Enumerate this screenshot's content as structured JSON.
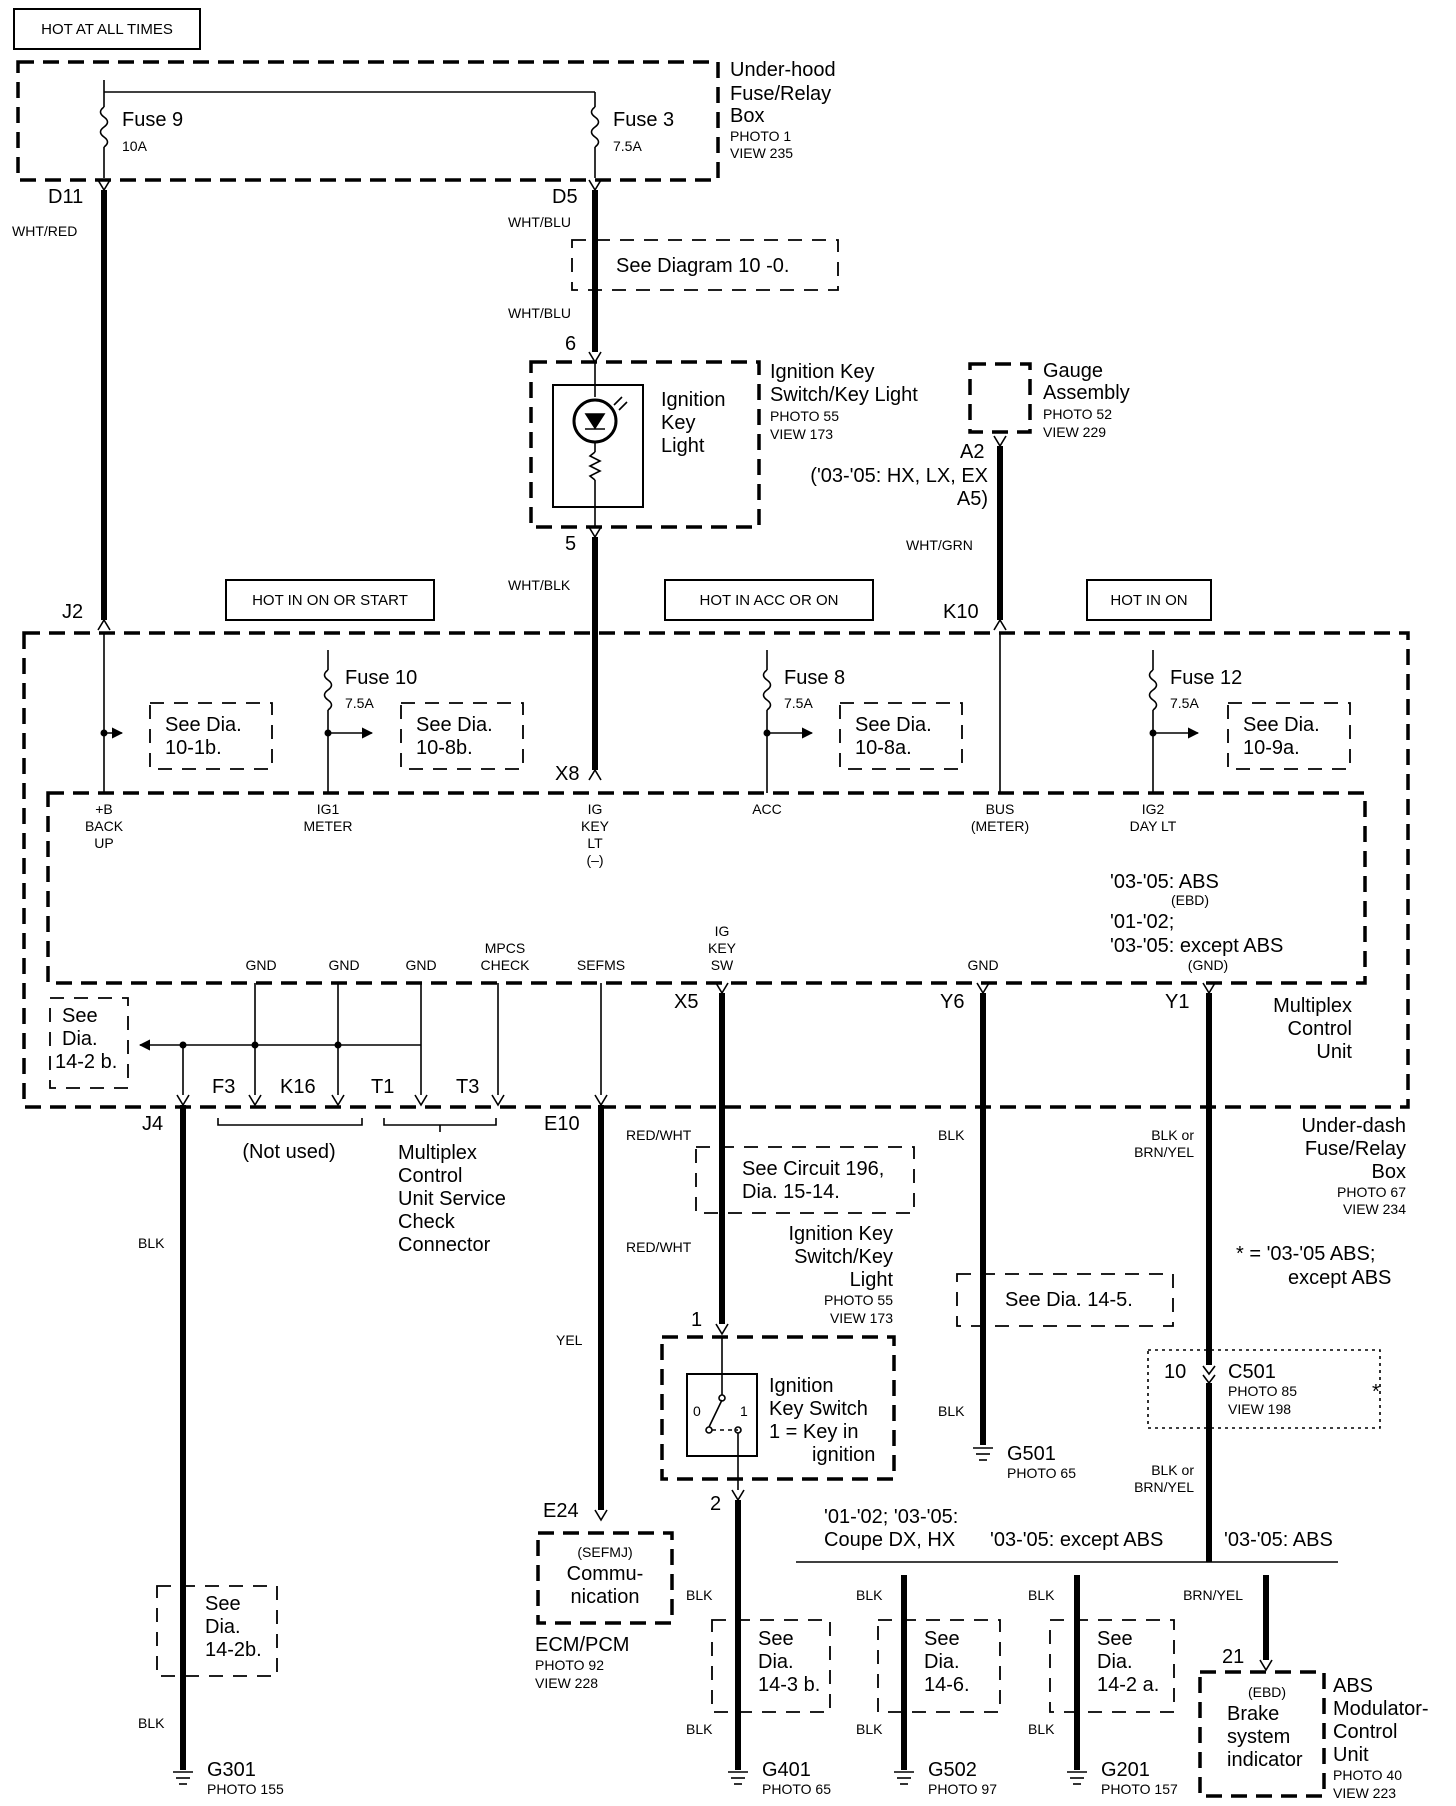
{
  "hot_labels": {
    "at_all_times": "HOT AT ALL TIMES",
    "on_or_start": "HOT IN ON OR START",
    "acc_or_on": "HOT IN ACC OR ON",
    "on": "HOT IN ON"
  },
  "underhood_box": {
    "title_1": "Under-hood",
    "title_2": "Fuse/Relay",
    "title_3": "Box",
    "photo": "PHOTO 1",
    "view": "VIEW 235",
    "fuse9_name": "Fuse 9",
    "fuse9_amp": "10A",
    "fuse3_name": "Fuse 3",
    "fuse3_amp": "7.5A",
    "pin_d11": "D11",
    "pin_d5": "D5"
  },
  "wires": {
    "wht_red": "WHT/RED",
    "wht_blu_1": "WHT/BLU",
    "wht_blu_2": "WHT/BLU",
    "wht_blk": "WHT/BLK",
    "wht_grn": "WHT/GRN",
    "red_wht_1": "RED/WHT",
    "red_wht_2": "RED/WHT",
    "blk_j4_1": "BLK",
    "blk_j4_2": "BLK",
    "blk_y6_1": "BLK",
    "blk_y6_2": "BLK",
    "yel": "YEL",
    "blk_brn_yel_1a": "BLK or",
    "blk_brn_yel_1b": "BRN/YEL",
    "blk_brn_yel_2a": "BLK or",
    "blk_brn_yel_2b": "BRN/YEL",
    "blk_g401_1": "BLK",
    "blk_g401_2": "BLK",
    "blk_g502_1": "BLK",
    "blk_g502_2": "BLK",
    "blk_g201_1": "BLK",
    "blk_g201_2": "BLK",
    "brn_yel": "BRN/YEL"
  },
  "see_diagram_10_0": "See  Diagram  10 -0.",
  "key_light": {
    "label_1": "Ignition",
    "label_2": "Key",
    "label_3": "Light",
    "title_1": "Ignition Key",
    "title_2": "Switch/Key Light",
    "photo": "PHOTO 55",
    "view": "VIEW 173",
    "pin_6": "6",
    "pin_5": "5"
  },
  "gauge": {
    "title": "Gauge",
    "title_2": "Assembly",
    "photo": "PHOTO 52",
    "view": "VIEW 229",
    "pin_a2": "A2",
    "note_1": "('03-'05: HX, LX, EX",
    "note_2": "A5)"
  },
  "mcu": {
    "pin_j2": "J2",
    "pin_k10": "K10",
    "pin_x8": "X8",
    "fuse10_name": "Fuse 10",
    "fuse10_amp": "7.5A",
    "fuse8_name": "Fuse 8",
    "fuse8_amp": "7.5A",
    "fuse12_name": "Fuse 12",
    "fuse12_amp": "7.5A",
    "see_101b_1": "See Dia.",
    "see_101b_2": "10-1b.",
    "see_108b_1": "See Dia.",
    "see_108b_2": "10-8b.",
    "see_108a_1": "See Dia.",
    "see_108a_2": "10-8a.",
    "see_109a_1": "See Dia.",
    "see_109a_2": "10-9a.",
    "term_backup_1": "+B",
    "term_backup_2": "BACK",
    "term_backup_3": "UP",
    "term_ig1_1": "IG1",
    "term_ig1_2": "METER",
    "term_igkey_1": "IG",
    "term_igkey_2": "KEY",
    "term_igkey_3": "LT",
    "term_igkey_4": "(–)",
    "term_acc": "ACC",
    "term_bus_1": "BUS",
    "term_bus_2": "(METER)",
    "term_ig2_1": "IG2",
    "term_ig2_2": "DAY LT",
    "abs_1": "'03-'05: ABS",
    "abs_2": "(EBD)",
    "abs_3": "'01-'02;",
    "abs_4": "'03-'05: except ABS",
    "abs_5": "(GND)",
    "gnd_1": "GND",
    "gnd_2": "GND",
    "gnd_3": "GND",
    "mpcs_1": "MPCS",
    "mpcs_2": "CHECK",
    "sefms": "SEFMS",
    "igkeysw_1": "IG",
    "igkeysw_2": "KEY",
    "igkeysw_3": "SW",
    "gnd_y6": "GND",
    "pin_x5": "X5",
    "pin_y6": "Y6",
    "pin_y1": "Y1",
    "see_142b_1": "See",
    "see_142b_2": "Dia.",
    "see_142b_3": "14-2 b.",
    "pin_f3": "F3",
    "pin_k16": "K16",
    "pin_t1": "T1",
    "pin_t3": "T3",
    "pin_j4": "J4",
    "pin_e10": "E10",
    "title_1": "Multiplex",
    "title_2": "Control",
    "title_3": "Unit"
  },
  "underdash": {
    "title_1": "Under-dash",
    "title_2": "Fuse/Relay",
    "title_3": "Box",
    "photo": "PHOTO 67",
    "view": "VIEW 234"
  },
  "not_used": "(Not used)",
  "service_check": {
    "line_1": "Multiplex",
    "line_2": "Control",
    "line_3": "Unit Service",
    "line_4": "Check",
    "line_5": "Connector"
  },
  "see_circuit_196": {
    "line_1": "See Circuit 196,",
    "line_2": "Dia. 15-14."
  },
  "key_switch": {
    "title_1": "Ignition Key",
    "title_2": "Switch/Key",
    "title_3": "Light",
    "photo": "PHOTO 55",
    "view": "VIEW 173",
    "pin_1": "1",
    "pin_2": "2",
    "label_1": "Ignition",
    "label_2": "Key Switch",
    "label_3": "1 =  Key in",
    "label_4": "ignition",
    "pos_0": "0",
    "pos_1": "1"
  },
  "see_145": "See Dia. 14-5.",
  "footnote": {
    "line_1": "*  =  '03-'05 ABS;",
    "line_2": "except ABS"
  },
  "c501": {
    "pin": "10",
    "name": "C501",
    "photo": "PHOTO 85",
    "view": "VIEW 198",
    "star": "*"
  },
  "g501": {
    "name": "G501",
    "photo": "PHOTO 65"
  },
  "ecm": {
    "pin": "E24",
    "inner_1": "(SEFMJ)",
    "inner_2": "Commu-",
    "inner_3": "nication",
    "title": "ECM/PCM",
    "photo": "PHOTO 92",
    "view": "VIEW 228"
  },
  "split": {
    "left_1": "'01-'02; '03-'05:",
    "left_2": "Coupe DX, HX",
    "mid": "'03-'05: except ABS",
    "right": "'03-'05: ABS"
  },
  "see_142b_left": {
    "line_1": "See",
    "line_2": "Dia.",
    "line_3": "14-2b."
  },
  "see_143b": {
    "line_1": "See",
    "line_2": "Dia.",
    "line_3": "14-3 b."
  },
  "see_146": {
    "line_1": "See",
    "line_2": "Dia.",
    "line_3": "14-6."
  },
  "see_142a": {
    "line_1": "See",
    "line_2": "Dia.",
    "line_3": "14-2 a."
  },
  "grounds": {
    "g301_name": "G301",
    "g301_photo": "PHOTO 155",
    "g401_name": "G401",
    "g401_photo": "PHOTO 65",
    "g502_name": "G502",
    "g502_photo": "PHOTO 97",
    "g201_name": "G201",
    "g201_photo": "PHOTO 157"
  },
  "abs": {
    "pin": "21",
    "inner_1": "(EBD)",
    "inner_2": "Brake",
    "inner_3": "system",
    "inner_4": "indicator",
    "title_1": "ABS",
    "title_2": "Modulator-",
    "title_3": "Control",
    "title_4": "Unit",
    "photo": "PHOTO 40",
    "view": "VIEW 223"
  }
}
